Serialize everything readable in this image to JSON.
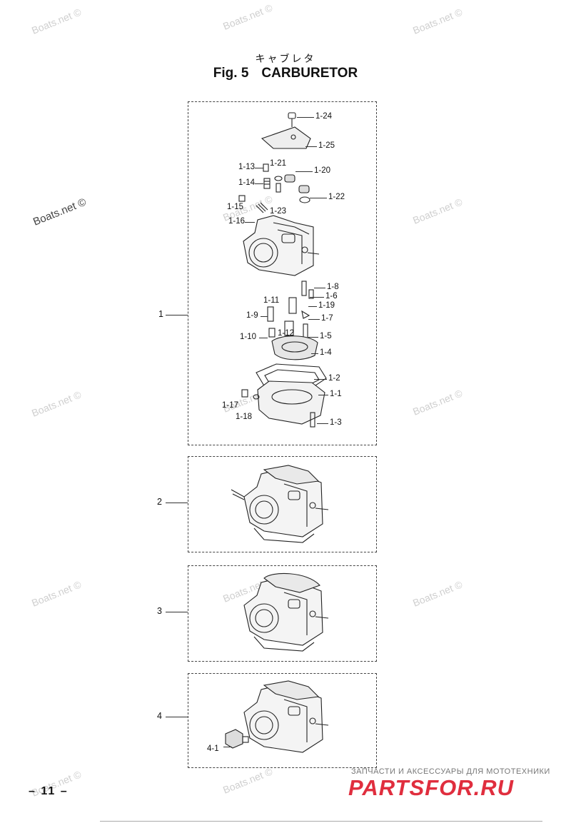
{
  "watermarks": [
    "Boats.net ©",
    "Boats.net ©",
    "Boats.net ©",
    "Boats.net ©",
    "Boats.net ©",
    "Boats.net ©",
    "Boats.net ©",
    "Boats.net ©",
    "Boats.net ©",
    "Boats.net ©",
    "Boats.net ©",
    "Boats.net ©",
    "Boats.net ©",
    "Boats.net ©"
  ],
  "header": {
    "subtitle_jp": "キャブレタ",
    "fig": "Fig. 5",
    "title": "CARBURETOR"
  },
  "sections": [
    {
      "id": "1",
      "callouts": [
        "1-24",
        "1-25",
        "1-13",
        "1-21",
        "1-20",
        "1-14",
        "1-22",
        "1-15",
        "1-23",
        "1-16",
        "1-8",
        "1-11",
        "1-6",
        "1-19",
        "1-9",
        "1-7",
        "1-10",
        "1-12",
        "1-5",
        "1-4",
        "1-2",
        "1-1",
        "1-17",
        "1-18",
        "1-3"
      ]
    },
    {
      "id": "2",
      "callouts": []
    },
    {
      "id": "3",
      "callouts": []
    },
    {
      "id": "4",
      "callouts": [
        "4-1"
      ]
    }
  ],
  "footer": {
    "page_number": "– 11 –",
    "brand_tagline": "ЗАПЧАСТИ И АКСЕССУАРЫ ДЛЯ МОТОТЕХНИКИ",
    "brand_name": "PARTSFOR.RU"
  }
}
